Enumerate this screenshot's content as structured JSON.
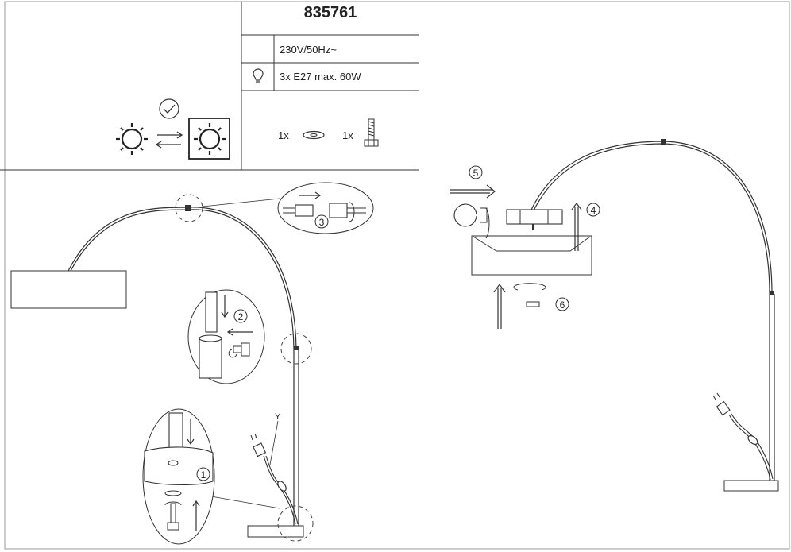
{
  "header": {
    "model_number": "835761",
    "specs": [
      {
        "icon": "plug-icon",
        "text": "230V/50Hz~"
      },
      {
        "icon": "bulb-icon",
        "text": "3x E27 max. 60W"
      }
    ],
    "parts": [
      {
        "qty": "1x",
        "part": "washer-icon"
      },
      {
        "qty": "1x",
        "part": "bolt-icon"
      }
    ]
  },
  "steps": {
    "step1": "1",
    "step2": "2",
    "step3": "3",
    "step4": "4",
    "step5": "5",
    "step6": "6"
  },
  "callouts": {
    "cable_label": "Y"
  }
}
